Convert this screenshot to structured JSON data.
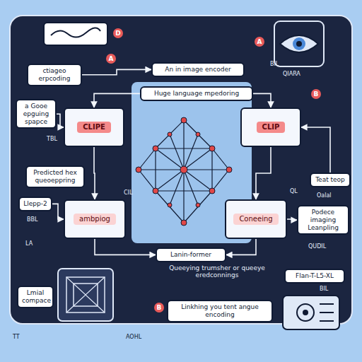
{
  "diagram": {
    "nodes": [
      {
        "text": [
          "ctiageo erpcoding"
        ]
      },
      {
        "text": [
          "An in image encoder"
        ]
      },
      {
        "text": [
          "Huge language mpedoring"
        ]
      },
      {
        "text": [
          "a Gooe epguing spapce"
        ]
      },
      {
        "text": [
          "CLIPE"
        ]
      },
      {
        "text": [
          "CLIP"
        ]
      },
      {
        "text": [
          "Predicted hex queoeppring"
        ]
      },
      {
        "text": [
          "Teat teop"
        ]
      },
      {
        "text": [
          "Llepp-2"
        ]
      },
      {
        "text": [
          "ambpiog"
        ]
      },
      {
        "text": [
          "Coneeing"
        ]
      },
      {
        "text": [
          "Podece imaging Leanpling"
        ]
      },
      {
        "text": [
          "Lanin-former"
        ]
      },
      {
        "text": [
          "Flan-T-L5-XL"
        ]
      },
      {
        "text": [
          "Linkhing you tent angue encoding"
        ]
      },
      {
        "text": [
          "Lmial compace"
        ]
      }
    ],
    "edges": [
      {
        "from": 0,
        "to": 1,
        "arrow": "to"
      },
      {
        "from": 3,
        "to": 4,
        "arrow": "to"
      },
      {
        "from": 2,
        "to": 5,
        "arrow": "to"
      },
      {
        "from": 2,
        "to": 4,
        "arrow": "to"
      },
      {
        "from": 4,
        "to": 9,
        "arrow": "to"
      },
      {
        "from": 5,
        "to": 10,
        "arrow": "to"
      },
      {
        "from": 8,
        "to": 9,
        "arrow": "to"
      },
      {
        "from": 10,
        "to": 11,
        "arrow": "to"
      },
      {
        "from": 7,
        "to": 5,
        "arrow": "to"
      },
      {
        "from": 9,
        "to": 12,
        "arrow": "to"
      },
      {
        "from": 10,
        "to": 12,
        "arrow": "to"
      }
    ],
    "labels": [
      "Queeying trumsher or queeye eredconnings",
      "Oalal",
      "QIARA",
      "A",
      "A",
      "B",
      "B",
      "D",
      "BIL",
      "BIL",
      "CIL",
      "QL",
      "QUDIL",
      "TBL",
      "BBL",
      "TT",
      "AOHL",
      "LA"
    ]
  }
}
